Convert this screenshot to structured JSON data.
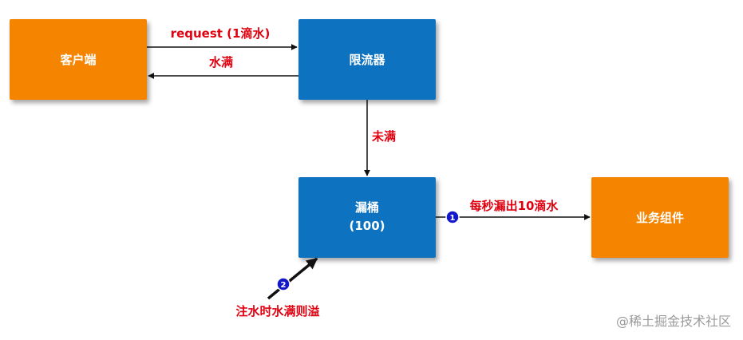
{
  "colors": {
    "orange": "#f58500",
    "blue": "#0b73c1",
    "label_red": "#e0000f",
    "badge": "#1417c8",
    "arrow": "#111111"
  },
  "nodes": {
    "client": {
      "label": "客户端"
    },
    "limiter": {
      "label": "限流器"
    },
    "bucket": {
      "label": "漏桶",
      "capacity": "(100)"
    },
    "service": {
      "label": "业务组件"
    }
  },
  "edges": {
    "request": {
      "label": "request (1滴水)"
    },
    "full": {
      "label": "水满"
    },
    "not_full": {
      "label": "未满"
    },
    "leak": {
      "label": "每秒漏出10滴水",
      "badge": "1"
    },
    "inflow": {
      "label": "注水时水满则溢",
      "badge": "2"
    }
  },
  "watermark": "@稀土掘金技术社区"
}
